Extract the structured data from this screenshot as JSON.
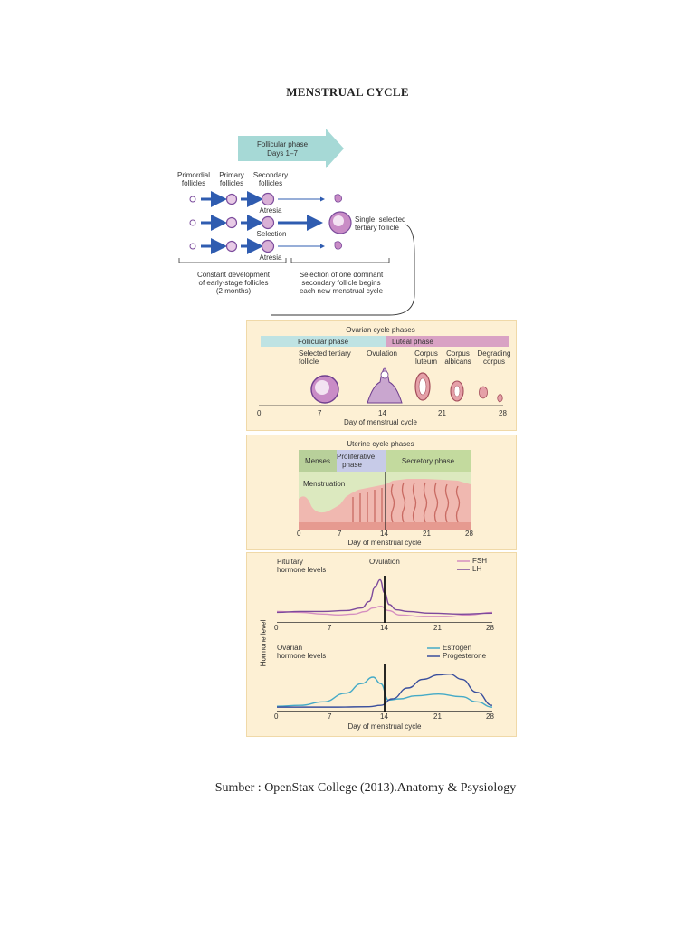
{
  "page": {
    "title": "MENSTRUAL CYCLE",
    "source": "Sumber : OpenStax College (2013).Anatomy & Psysiology"
  },
  "top": {
    "arrow_line1": "Follicular phase",
    "arrow_line2": "Days 1–7",
    "col_primordial": "Primordial\nfollicles",
    "col_primary": "Primary\nfollicles",
    "col_secondary": "Secondary\nfollicles",
    "atresia_1": "Atresia",
    "selection": "Selection",
    "atresia_2": "Atresia",
    "selected_label": "Single, selected\ntertiary follicle",
    "bracket_left": "Constant development\nof early-stage follicles\n(2 months)",
    "bracket_right": "Selection of one dominant\nsecondary follicle begins\neach new menstrual cycle"
  },
  "ovarian": {
    "title": "Ovarian cycle phases",
    "follicular": "Follicular phase",
    "luteal": "Luteal phase",
    "stage_selected": "Selected tertiary\nfollicle",
    "stage_ovulation": "Ovulation",
    "stage_luteum": "Corpus\nluteum",
    "stage_albicans": "Corpus\nalbicans",
    "stage_degrading": "Degrading\ncorpus",
    "ticks": [
      "0",
      "7",
      "14",
      "21",
      "28"
    ],
    "xlabel": "Day of menstrual cycle",
    "colors": {
      "follicular": "#bfe3e3",
      "luteal": "#d9a2c4"
    }
  },
  "uterine": {
    "title": "Uterine cycle phases",
    "menses": "Menses",
    "proliferative": "Proliferative\nphase",
    "secretory": "Secretory phase",
    "menstruation": "Menstruation",
    "ticks": [
      "0",
      "7",
      "14",
      "21",
      "28"
    ],
    "xlabel": "Day of menstrual cycle",
    "colors": {
      "menses": "#b8d09a",
      "proliferative": "#c7cbe8",
      "secretory": "#c3da9e"
    }
  },
  "chart_data": [
    {
      "type": "line",
      "title": "Pituitary\nhormone levels",
      "annotation": "Ovulation",
      "ylabel": "Hormone level",
      "x_ticks": [
        "0",
        "7",
        "14",
        "21",
        "28"
      ],
      "xlim": [
        0,
        28
      ],
      "series": [
        {
          "name": "FSH",
          "color": "#d58fc0",
          "x": [
            0,
            3,
            6,
            8,
            10,
            11.5,
            12.5,
            13.5,
            14.5,
            16,
            19,
            22,
            25,
            28
          ],
          "y": [
            0.22,
            0.2,
            0.16,
            0.14,
            0.16,
            0.22,
            0.3,
            0.34,
            0.24,
            0.14,
            0.1,
            0.1,
            0.14,
            0.2
          ]
        },
        {
          "name": "LH",
          "color": "#7d4a9c",
          "x": [
            0,
            3,
            6,
            9,
            11,
            12,
            12.8,
            13.4,
            14,
            14.6,
            15.5,
            17,
            20,
            24,
            28
          ],
          "y": [
            0.2,
            0.22,
            0.22,
            0.24,
            0.3,
            0.45,
            0.8,
            0.95,
            0.65,
            0.38,
            0.26,
            0.22,
            0.18,
            0.16,
            0.18
          ]
        }
      ]
    },
    {
      "type": "line",
      "title": "Ovarian\nhormone levels",
      "xlabel": "Day of menstrual cycle",
      "x_ticks": [
        "0",
        "7",
        "14",
        "21",
        "28"
      ],
      "xlim": [
        0,
        28
      ],
      "series": [
        {
          "name": "Estrogen",
          "color": "#45aac7",
          "x": [
            0,
            3,
            6,
            9,
            11,
            12.5,
            13.5,
            14.5,
            16,
            18,
            21,
            24,
            26,
            28
          ],
          "y": [
            0.08,
            0.1,
            0.18,
            0.38,
            0.6,
            0.75,
            0.6,
            0.22,
            0.25,
            0.32,
            0.36,
            0.3,
            0.18,
            0.06
          ]
        },
        {
          "name": "Progesterone",
          "color": "#3a4f9d",
          "x": [
            0,
            4,
            8,
            12,
            13.5,
            15,
            17,
            19,
            21,
            22.5,
            24,
            26,
            28
          ],
          "y": [
            0.06,
            0.06,
            0.06,
            0.07,
            0.1,
            0.25,
            0.5,
            0.7,
            0.8,
            0.82,
            0.7,
            0.4,
            0.1
          ]
        }
      ]
    }
  ]
}
